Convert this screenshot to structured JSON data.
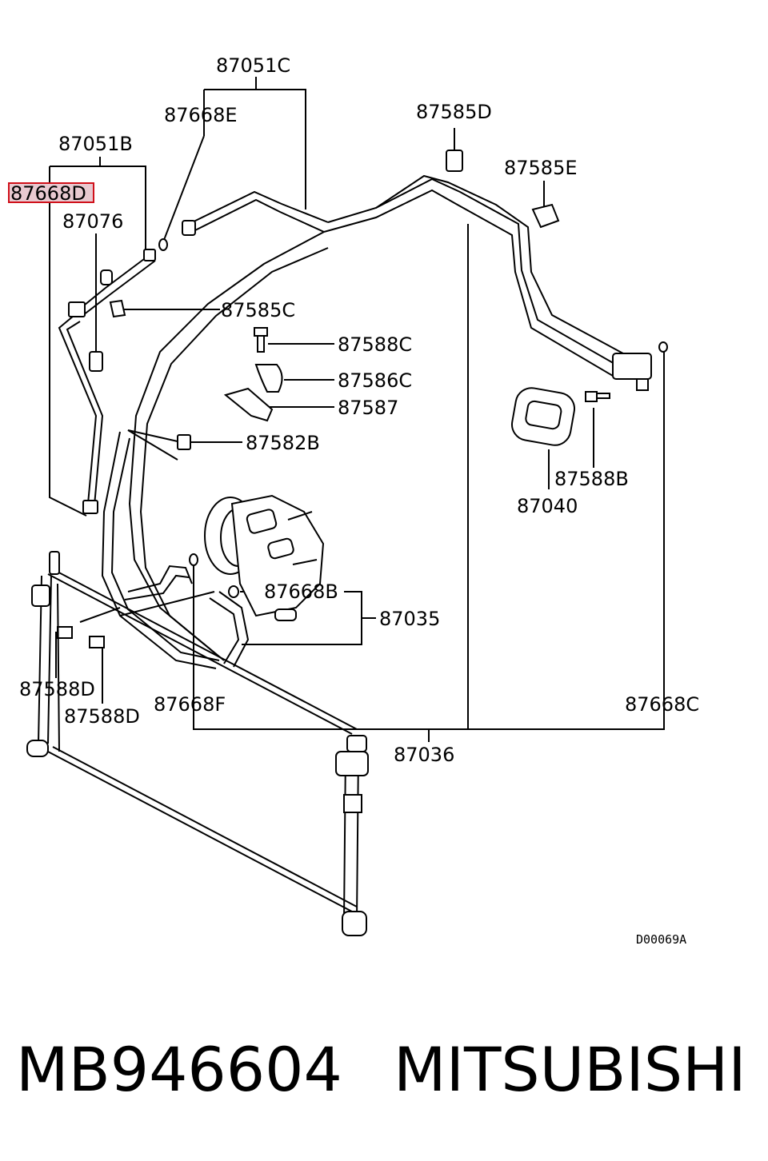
{
  "diagram": {
    "labels": {
      "l87051C": "87051C",
      "l87668E": "87668E",
      "l87585D": "87585D",
      "l87051B": "87051B",
      "l87585E": "87585E",
      "l87668D": "87668D",
      "l87076": "87076",
      "l87585C": "87585C",
      "l87588C": "87588C",
      "l87586C": "87586C",
      "l87587": "87587",
      "l87582B": "87582B",
      "l87588B": "87588B",
      "l87040": "87040",
      "l87668B": "87668B",
      "l87035": "87035",
      "l87588D_1": "87588D",
      "l87668F": "87668F",
      "l87668C": "87668C",
      "l87588D_2": "87588D",
      "l87036": "87036"
    },
    "highlighted_part": "87668D",
    "drawing_code": "D00069A"
  },
  "footer": {
    "part_number": "MB946604",
    "brand": "MITSUBISHI"
  },
  "colors": {
    "highlight_border": "#d0101a",
    "highlight_fill": "#e8c9d0"
  }
}
